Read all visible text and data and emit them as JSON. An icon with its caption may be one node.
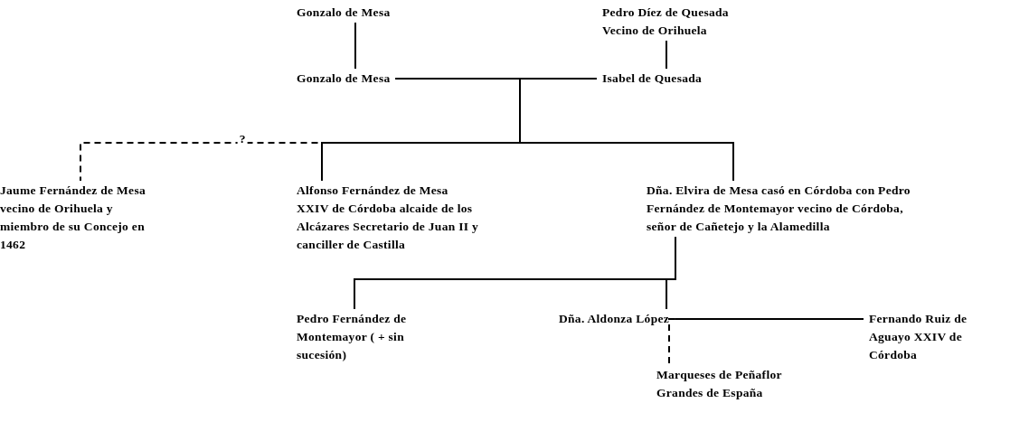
{
  "diagram": {
    "nodes": [
      {
        "text": [
          "Gonzalo de Mesa"
        ]
      },
      {
        "text": [
          "Pedro Díez de Quesada Vecino de Orihuela"
        ]
      },
      {
        "text": [
          "Gonzalo de Mesa"
        ]
      },
      {
        "text": [
          "Isabel de Quesada"
        ]
      },
      {
        "text": [
          "Jaume Fernández de Mesa vecino de Orihuela y miembro de su Concejo en 1462"
        ]
      },
      {
        "text": [
          "Alfonso Fernández de Mesa XXIV de Córdoba alcaide de los Alcázares Secretario de Juan II y canciller de Castilla"
        ]
      },
      {
        "text": [
          "Dña. Elvira de Mesa casó en Córdoba con Pedro Fernández de Montemayor vecino de Córdoba, señor de Cañetejo y la Alamedilla"
        ]
      },
      {
        "text": [
          "Pedro Fernández de Montemayor ( + sin sucesión)"
        ]
      },
      {
        "text": [
          "Dña. Aldonza López"
        ]
      },
      {
        "text": [
          "Fernando Ruiz de Aguayo XXIV de Córdoba"
        ]
      },
      {
        "text": [
          "Marqueses de Peñaflor Grandes de España"
        ]
      }
    ],
    "edges": [
      {
        "from": 0,
        "to": 2,
        "arrow": "none"
      },
      {
        "from": 1,
        "to": 3,
        "arrow": "none"
      },
      {
        "from": 2,
        "to": 3,
        "arrow": "none"
      },
      {
        "from": 2,
        "to": 4,
        "arrow": "none",
        "style": "dashed",
        "label": "?"
      },
      {
        "from": 2,
        "to": 5,
        "arrow": "none"
      },
      {
        "from": 2,
        "to": 6,
        "arrow": "none"
      },
      {
        "from": 6,
        "to": 7,
        "arrow": "none"
      },
      {
        "from": 6,
        "to": 8,
        "arrow": "none"
      },
      {
        "from": 8,
        "to": 9,
        "arrow": "none"
      },
      {
        "from": 8,
        "to": 10,
        "arrow": "none",
        "style": "dashed"
      }
    ]
  }
}
